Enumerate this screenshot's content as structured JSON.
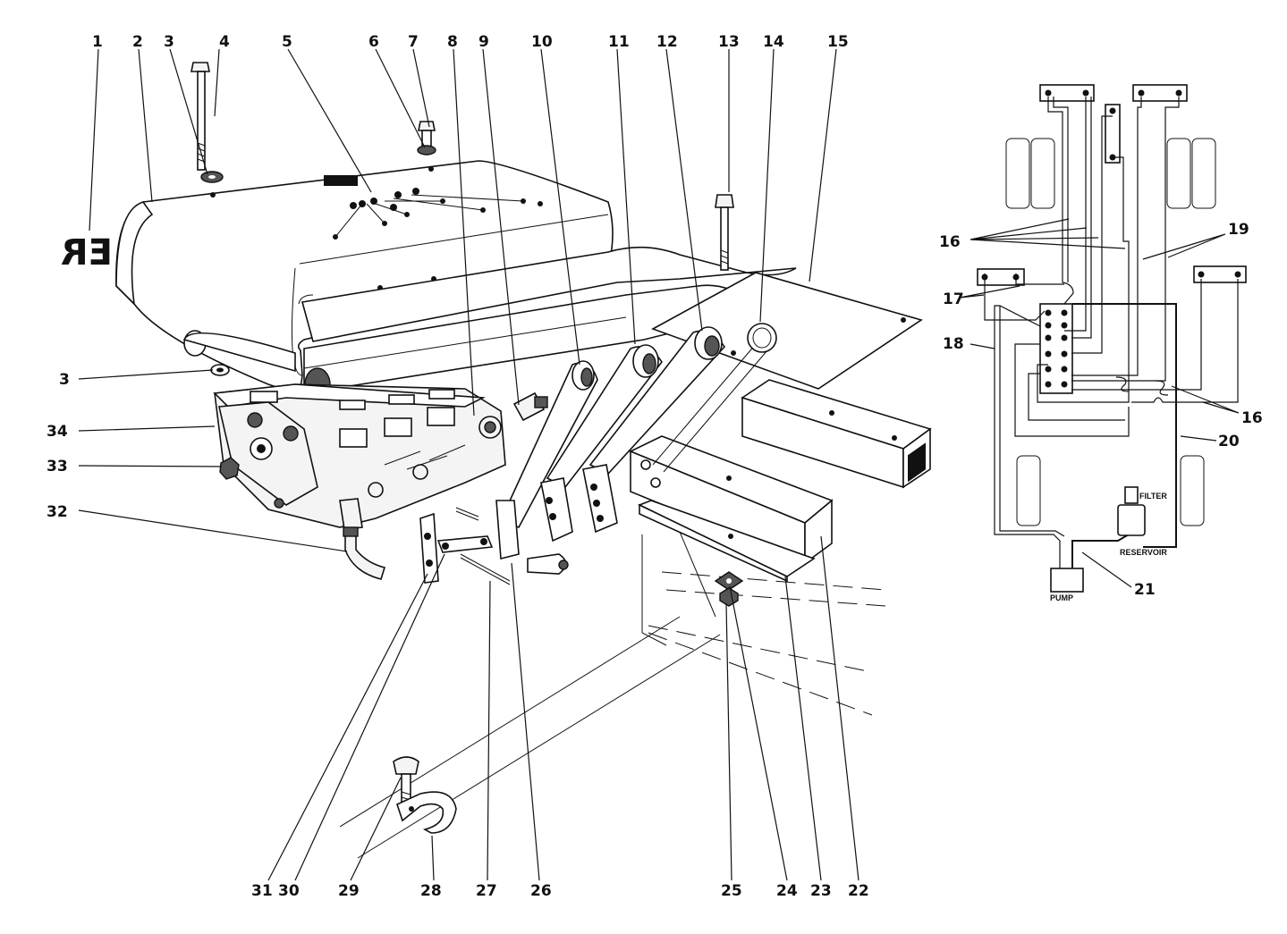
{
  "callouts": [
    {
      "n": "1"
    },
    {
      "n": "2"
    },
    {
      "n": "3"
    },
    {
      "n": "4"
    },
    {
      "n": "5"
    },
    {
      "n": "6"
    },
    {
      "n": "7"
    },
    {
      "n": "8"
    },
    {
      "n": "9"
    },
    {
      "n": "10"
    },
    {
      "n": "11"
    },
    {
      "n": "12"
    },
    {
      "n": "13"
    },
    {
      "n": "14"
    },
    {
      "n": "15"
    },
    {
      "n": "3"
    },
    {
      "n": "34"
    },
    {
      "n": "33"
    },
    {
      "n": "32"
    },
    {
      "n": "31"
    },
    {
      "n": "30"
    },
    {
      "n": "29"
    },
    {
      "n": "28"
    },
    {
      "n": "27"
    },
    {
      "n": "26"
    },
    {
      "n": "25"
    },
    {
      "n": "24"
    },
    {
      "n": "23"
    },
    {
      "n": "22"
    },
    {
      "n": "16"
    },
    {
      "n": "19"
    },
    {
      "n": "17"
    },
    {
      "n": "18"
    },
    {
      "n": "16"
    },
    {
      "n": "20"
    },
    {
      "n": "21"
    }
  ],
  "schematic": {
    "filter_label": "FILTER",
    "reservoir_label": "RESERVOIR",
    "pump_label": "PUMP"
  },
  "decal_text": "ER"
}
